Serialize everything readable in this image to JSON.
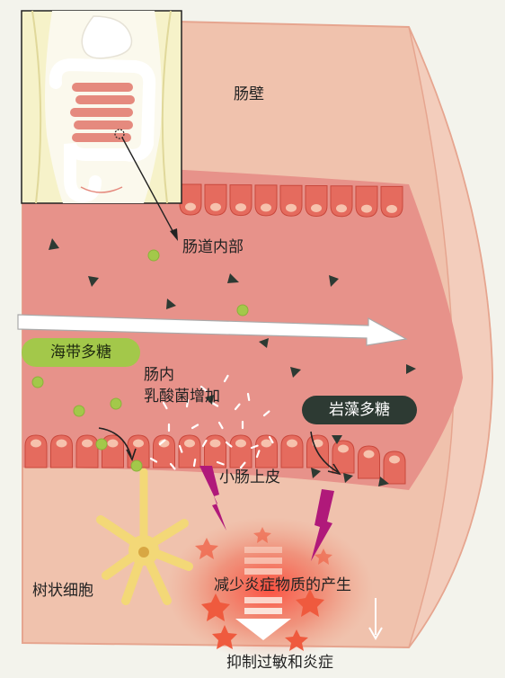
{
  "labels": {
    "intestinal_wall": "肠壁",
    "intestinal_lumen": "肠道内部",
    "kelp_polysaccharide": "海带多糖",
    "lactobacillus_line1": "肠内",
    "lactobacillus_line2": "乳酸菌增加",
    "rock_algae_polysaccharide": "岩藻多糖",
    "small_intestine_epithelium": "小肠上皮",
    "dendritic_cell": "树状细胞",
    "reduce_inflammatory": "减少炎症物质的产生",
    "suppress_allergy": "抑制过敏和炎症"
  },
  "colors": {
    "background": "#f3f3ec",
    "wall": "#f0c2ad",
    "lumen": "#e7928a",
    "villi": "#e56b5e",
    "green_pill": "#a3c84a",
    "dark_pill": "#2d3a33",
    "dendritic": "#f3d877",
    "lightning": "#b0197a"
  }
}
